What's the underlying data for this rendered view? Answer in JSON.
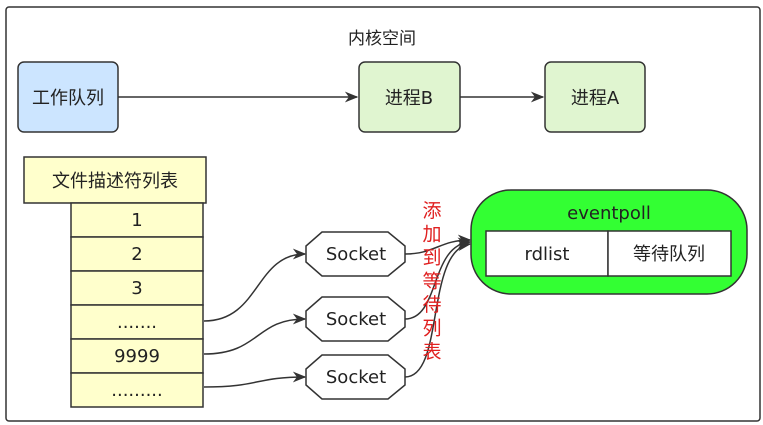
{
  "kernel_space": {
    "title": "内核空间"
  },
  "wait_queue_box": {
    "label": "工作队列",
    "fill": "#cce5ff"
  },
  "process_b": {
    "label": "进程B"
  },
  "process_a": {
    "label": "进程A"
  },
  "fd_table": {
    "header": "文件描述符列表",
    "rows": [
      "1",
      "2",
      "3",
      ".......",
      "9999",
      "........."
    ]
  },
  "sockets": [
    "Socket",
    "Socket",
    "Socket"
  ],
  "add_to_wait_queue": {
    "chars": [
      "添",
      "加",
      "到",
      "等",
      "待",
      "列",
      "表"
    ],
    "color": "#e02020"
  },
  "eventpoll": {
    "title": "eventpoll",
    "rdlist": "rdlist",
    "wait_list": "等待队列",
    "fill": "#33ff33"
  },
  "colors": {
    "process_fill": "#e0f5d0",
    "table_fill": "#ffffcc",
    "stroke": "#333333"
  }
}
